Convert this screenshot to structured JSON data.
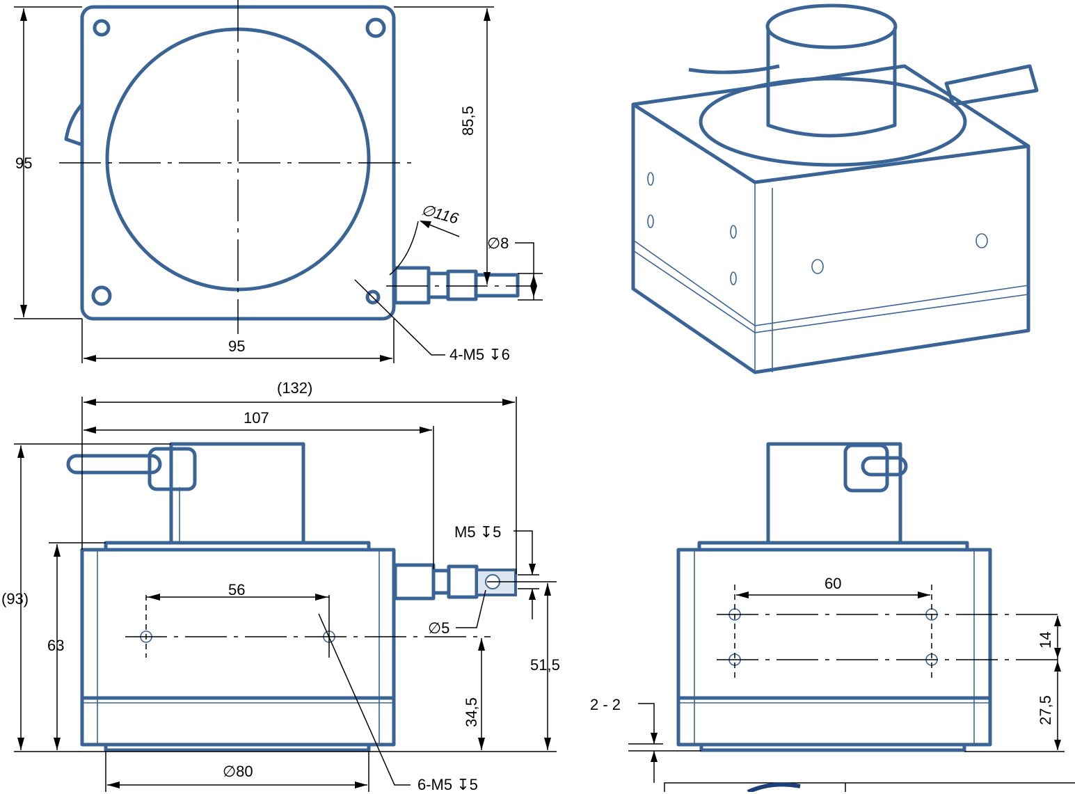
{
  "colors": {
    "part_stroke": "#3a6496",
    "dimension": "#000000",
    "background": "#ffffff"
  },
  "top_view": {
    "width_dim": "95",
    "height_dim": "95",
    "offset_dim": "85,5",
    "arc_dia": "∅116",
    "shaft_dia": "∅8",
    "hole_callout": "4-M5 ↧6"
  },
  "front_view": {
    "overall_length": "(132)",
    "length_107": "107",
    "overall_height": "(93)",
    "body_height": "63",
    "hole_spacing": "56",
    "hole_height": "34,5",
    "shaft_height": "51,5",
    "shaft_thread": "M5 ↧5",
    "pin_dia": "∅5",
    "flange_dia": "∅80",
    "hole_callout": "6-M5 ↧5"
  },
  "side_view": {
    "hole_spacing": "60",
    "vert_spacing": "14",
    "hole_height": "27,5",
    "step": "2 - 2"
  }
}
